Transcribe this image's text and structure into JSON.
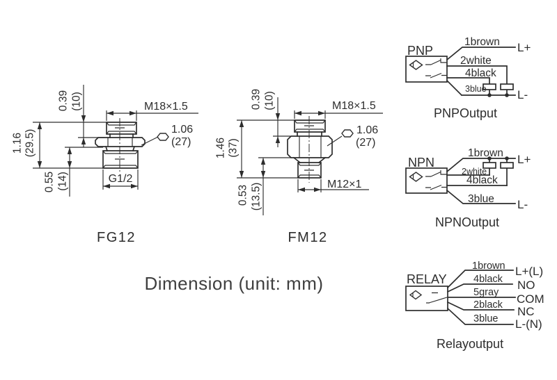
{
  "caption": "Dimension  (unit: mm)",
  "colors": {
    "line_color": "#2d2d2d",
    "background": "#ffffff"
  },
  "fg12": {
    "title": "FG12",
    "top_thread_label": "M18×1.5",
    "hex_af_inch": "1.06",
    "hex_af_mm": "(27)",
    "mount_thread_label": "G1/2",
    "thread_len_inch": "0.39",
    "thread_len_mm": "(10)",
    "overall_len_inch": "1.16",
    "overall_len_mm": "(29.5)",
    "mount_len_inch": "0.55",
    "mount_len_mm": "(14)"
  },
  "fm12": {
    "title": "FM12",
    "top_thread_label": "M18×1.5",
    "hex_af_inch": "1.06",
    "hex_af_mm": "(27)",
    "mount_thread_label": "M12×1",
    "thread_len_inch": "0.39",
    "thread_len_mm": "(10)",
    "overall_len_inch": "1.46",
    "overall_len_mm": "(37)",
    "mount_len_inch": "0.53",
    "mount_len_mm": "(13.5)"
  },
  "pnp": {
    "label": "PNP",
    "output_label": "PNPOutput",
    "wires": [
      "1brown",
      "2white",
      "4black",
      "3blue"
    ],
    "terminals": [
      "L+",
      "L-"
    ]
  },
  "npn": {
    "label": "NPN",
    "output_label": "NPNOutput",
    "wires": [
      "1brown",
      "2white",
      "4black",
      "3blue"
    ],
    "terminals": [
      "L+",
      "L-"
    ]
  },
  "relay": {
    "label": "RELAY",
    "output_label": "Relayoutput",
    "wires": [
      "1brown",
      "4black",
      "5gray",
      "2black",
      "3blue"
    ],
    "terminals": [
      "L+(L)",
      "NO",
      "COM",
      "NC",
      "L-(N)"
    ]
  }
}
